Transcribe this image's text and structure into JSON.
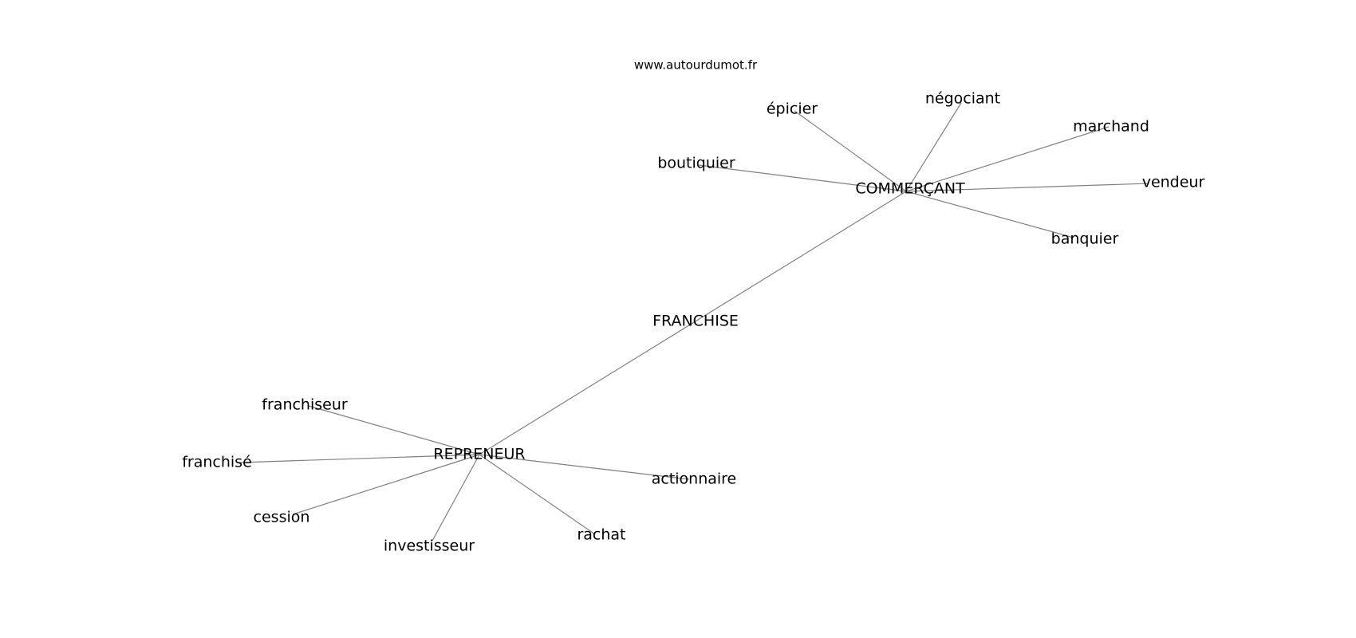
{
  "source": "www.autourdumot.fr",
  "graph": {
    "edge_color": "#808080",
    "label_color": "#000000",
    "nodes": [
      {
        "id": "franchise",
        "label": "FRANCHISE"
      },
      {
        "id": "commercant",
        "label": "COMMERÇANT"
      },
      {
        "id": "repreneur",
        "label": "REPRENEUR"
      },
      {
        "id": "epicier",
        "label": "épicier"
      },
      {
        "id": "negociant",
        "label": "négociant"
      },
      {
        "id": "marchand",
        "label": "marchand"
      },
      {
        "id": "boutiquier",
        "label": "boutiquier"
      },
      {
        "id": "vendeur",
        "label": "vendeur"
      },
      {
        "id": "banquier",
        "label": "banquier"
      },
      {
        "id": "franchiseur",
        "label": "franchiseur"
      },
      {
        "id": "franchise2",
        "label": "franchisé"
      },
      {
        "id": "actionnaire",
        "label": "actionnaire"
      },
      {
        "id": "cession",
        "label": "cession"
      },
      {
        "id": "investisseur",
        "label": "investisseur"
      },
      {
        "id": "rachat",
        "label": "rachat"
      }
    ],
    "edges": [
      [
        "commercant",
        "repreneur"
      ],
      [
        "commercant",
        "epicier"
      ],
      [
        "commercant",
        "negociant"
      ],
      [
        "commercant",
        "marchand"
      ],
      [
        "commercant",
        "boutiquier"
      ],
      [
        "commercant",
        "vendeur"
      ],
      [
        "commercant",
        "banquier"
      ],
      [
        "repreneur",
        "franchiseur"
      ],
      [
        "repreneur",
        "franchise2"
      ],
      [
        "repreneur",
        "actionnaire"
      ],
      [
        "repreneur",
        "cession"
      ],
      [
        "repreneur",
        "investisseur"
      ],
      [
        "repreneur",
        "rachat"
      ]
    ]
  }
}
